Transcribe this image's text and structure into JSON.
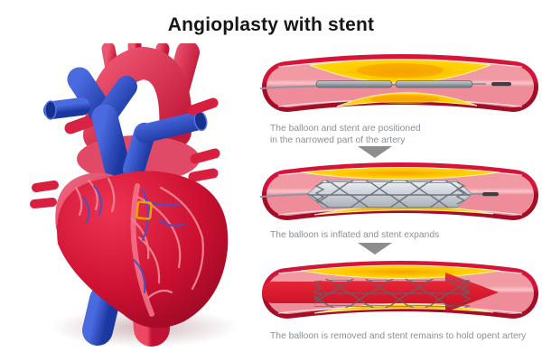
{
  "title": "Angioplasty with stent",
  "steps": [
    {
      "stage": "balloon-stent-positioned",
      "caption": "The balloon and stent are positioned\nin the narrowed part of the artery"
    },
    {
      "stage": "balloon-inflated",
      "caption": "The balloon is inflated and stent expands"
    },
    {
      "stage": "stent-remains",
      "caption": "The balloon is removed and stent remains to hold opent artery"
    }
  ],
  "icons": {
    "step_arrow": "down-triangle-arrow",
    "marker": "coronary-artery-highlight-box"
  },
  "colors": {
    "artery_wall": "#c41434",
    "artery_lumen": "#f5a6af",
    "plaque_yellow": "#ffd300",
    "plaque_core_orange": "#f6a200",
    "catheter_gray": "#8f969c",
    "catheter_tip": "#3c4043",
    "stent_mesh": "#6f757d",
    "balloon_silver": "#ccd2d8",
    "blood_arrow_red": "#e3192d",
    "heart_red": "#c80f2e",
    "vessel_blue": "#2a4cc0",
    "marker_yellow": "#e8a400",
    "caption_text": "#8b9095",
    "step_arrow_gray": "#8d8d8d",
    "title_text": "#161616",
    "background": "#ffffff"
  }
}
